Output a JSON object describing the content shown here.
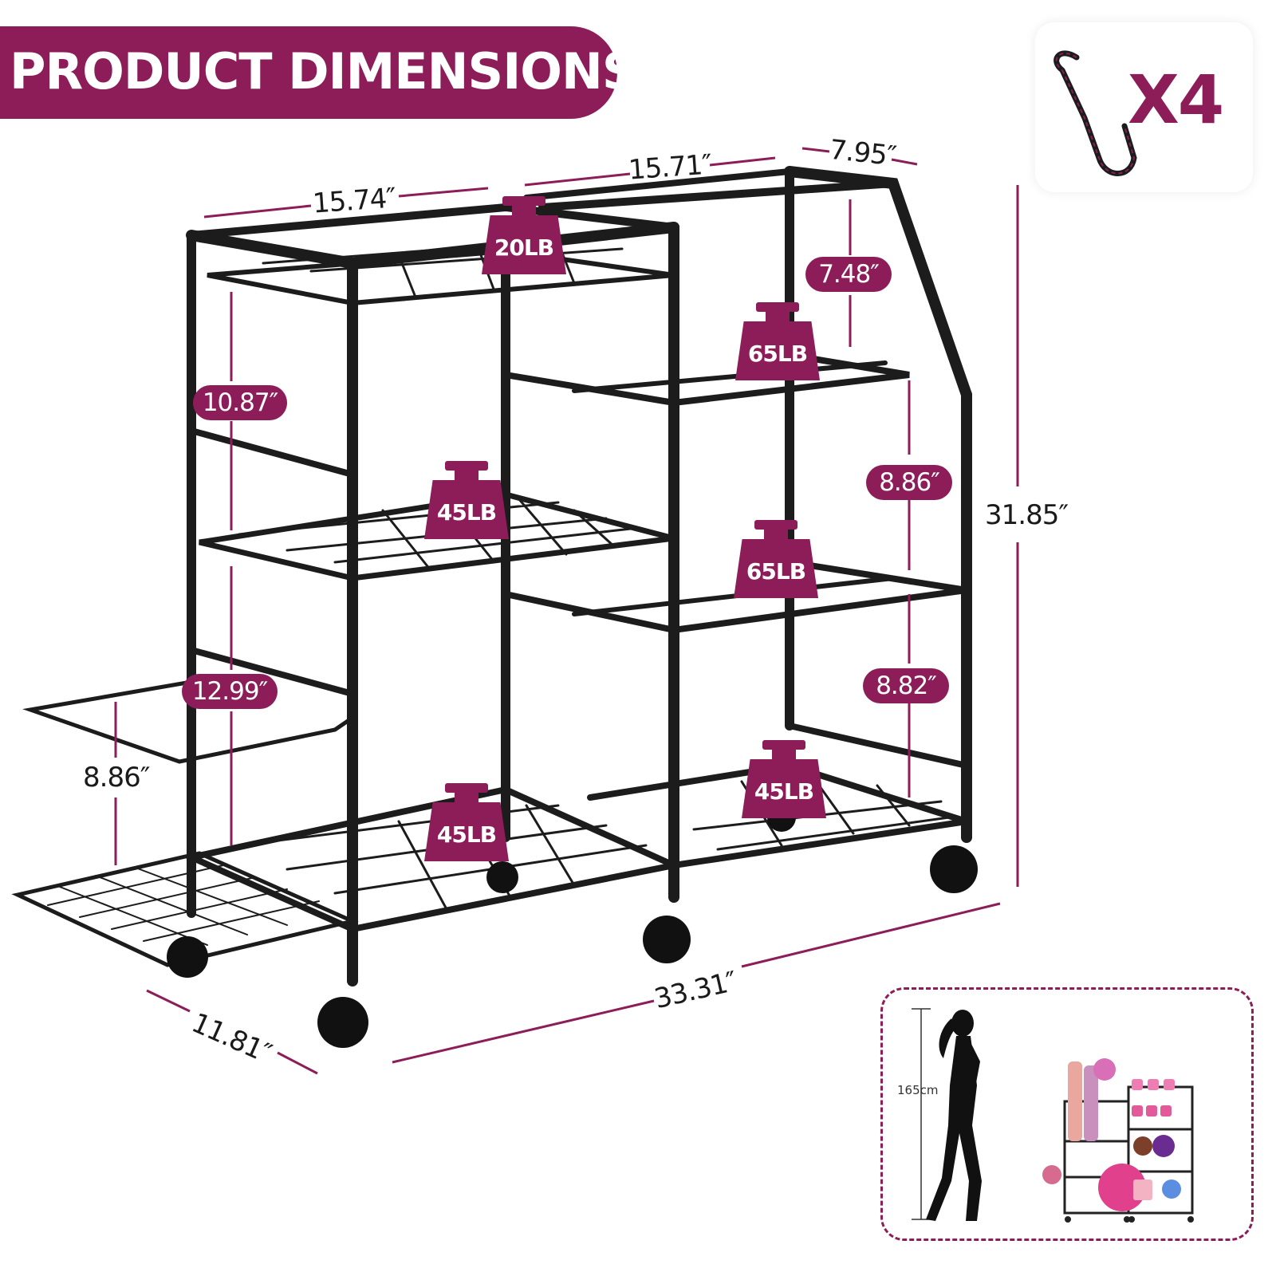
{
  "banner": {
    "title": "PRODUCT DIMENSIONS"
  },
  "hooks": {
    "count": "X4"
  },
  "dimensions": {
    "top_left_width": "15.74″",
    "top_right_width": "15.71″",
    "depth_top": "7.95″",
    "total_height": "31.85″",
    "total_length": "33.31″",
    "depth_bottom": "11.81″",
    "side_rack_height": "8.86″"
  },
  "shelf_gaps": {
    "right_top": "7.48″",
    "left_upper": "10.87″",
    "right_middle": "8.86″",
    "right_lower": "8.82″",
    "left_lower": "12.99″"
  },
  "load_capacities": {
    "top": "20LB",
    "right_upper": "65LB",
    "left_middle": "45LB",
    "right_lower": "65LB",
    "bottom_left": "45LB",
    "bottom_right": "45LB"
  },
  "scale_reference": {
    "height": "165cm"
  },
  "colors": {
    "accent": "#8c1d59",
    "frame": "#1c1c1c"
  }
}
